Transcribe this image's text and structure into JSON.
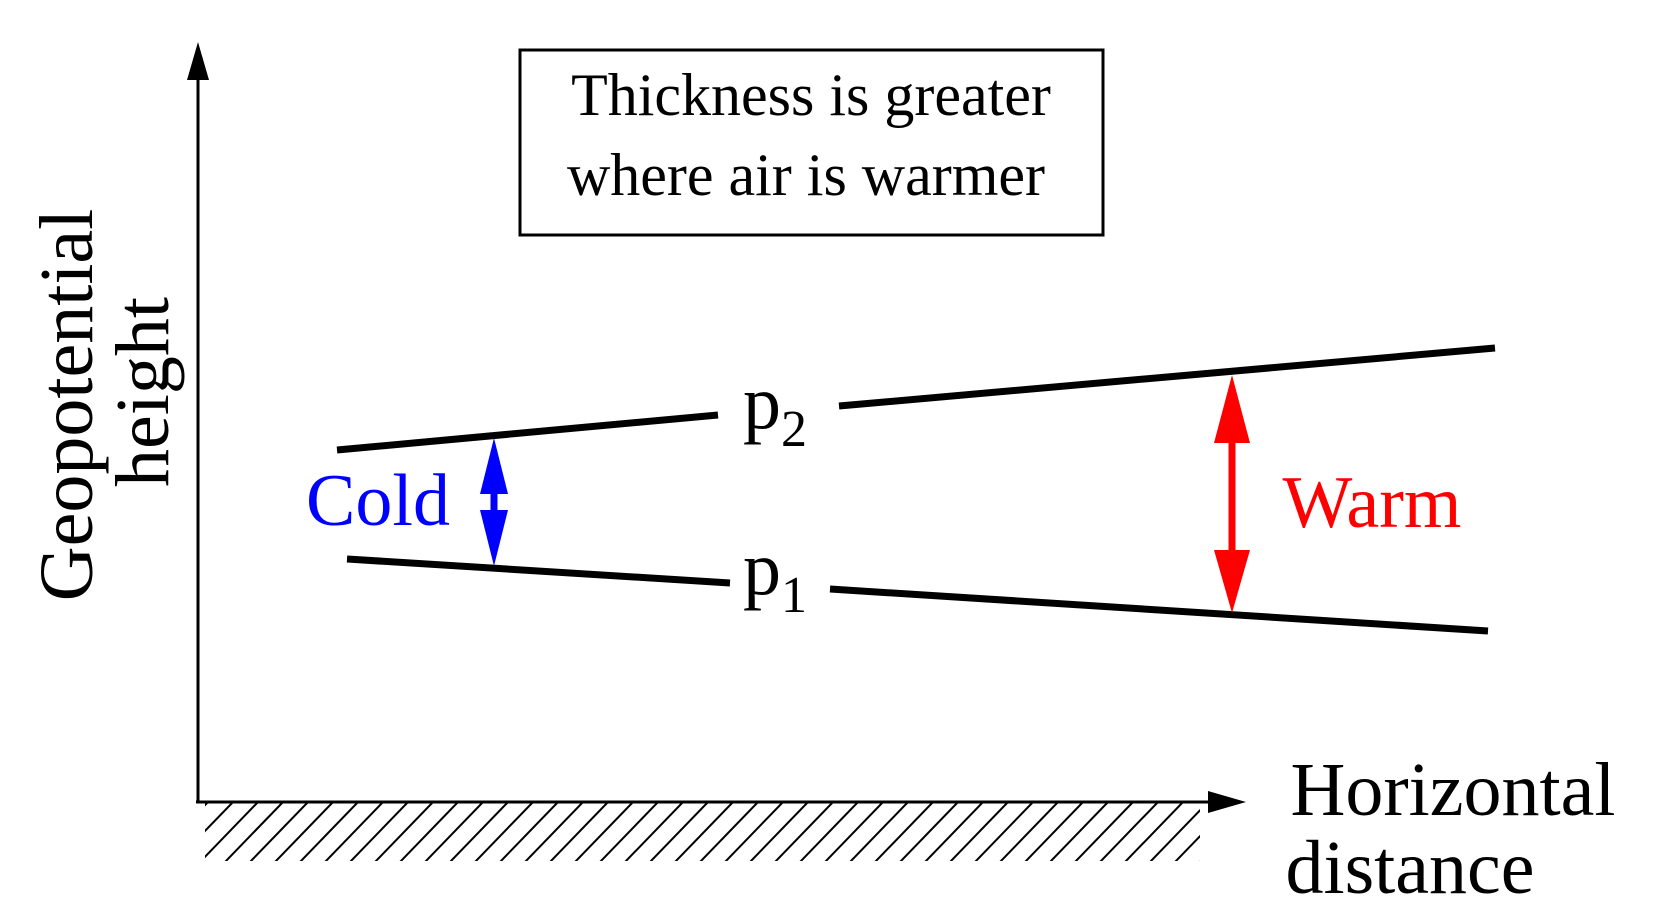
{
  "callout": {
    "line1": "Thickness is greater",
    "line2": "where air is warmer"
  },
  "axes": {
    "y_label_line1": "Geopotential",
    "y_label_line2": "height",
    "x_label_line1": "Horizontal",
    "x_label_line2": "distance"
  },
  "surfaces": {
    "upper": {
      "base": "p",
      "subscript": "2"
    },
    "lower": {
      "base": "p",
      "subscript": "1"
    }
  },
  "regions": {
    "cold": {
      "label": "Cold",
      "color": "#0000ff"
    },
    "warm": {
      "label": "Warm",
      "color": "#ff0000"
    }
  },
  "colors": {
    "line": "#000000",
    "hatch": "#000000",
    "background": "#ffffff"
  }
}
